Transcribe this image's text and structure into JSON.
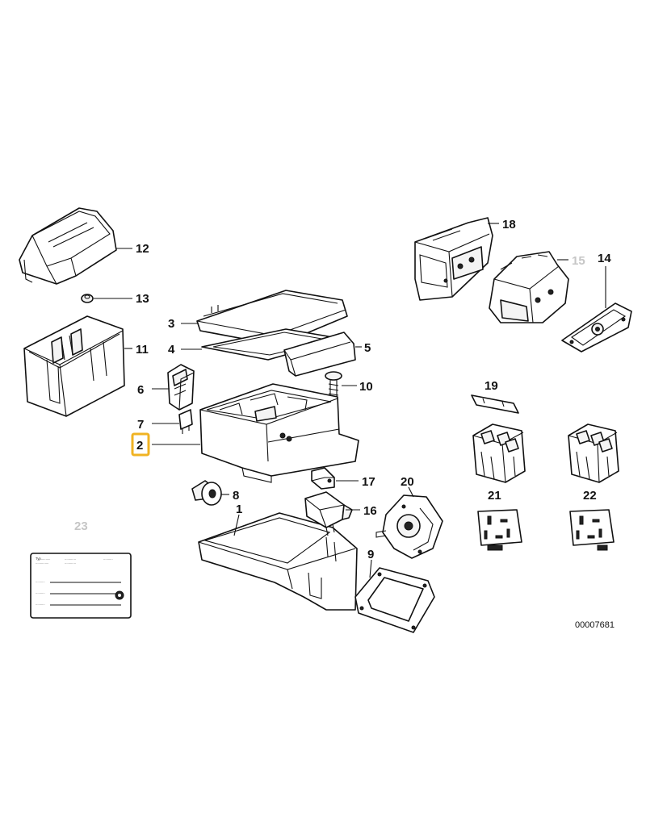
{
  "diagram": {
    "reference_number": "00007681",
    "callouts": {
      "c1": "1",
      "c2": "2",
      "c3": "3",
      "c4": "4",
      "c5": "5",
      "c6": "6",
      "c7": "7",
      "c8": "8",
      "c9": "9",
      "c10": "10",
      "c11": "11",
      "c12": "12",
      "c13": "13",
      "c14": "14",
      "c15": "15",
      "c16": "16",
      "c17": "17",
      "c18": "18",
      "c19": "19",
      "c20": "20",
      "c21": "21",
      "c22": "22",
      "c23": "23"
    },
    "selected_callout": "2",
    "colors": {
      "highlight": "#f0b323",
      "inactive_callout": "#c6c6c6",
      "line": "#111111"
    }
  }
}
